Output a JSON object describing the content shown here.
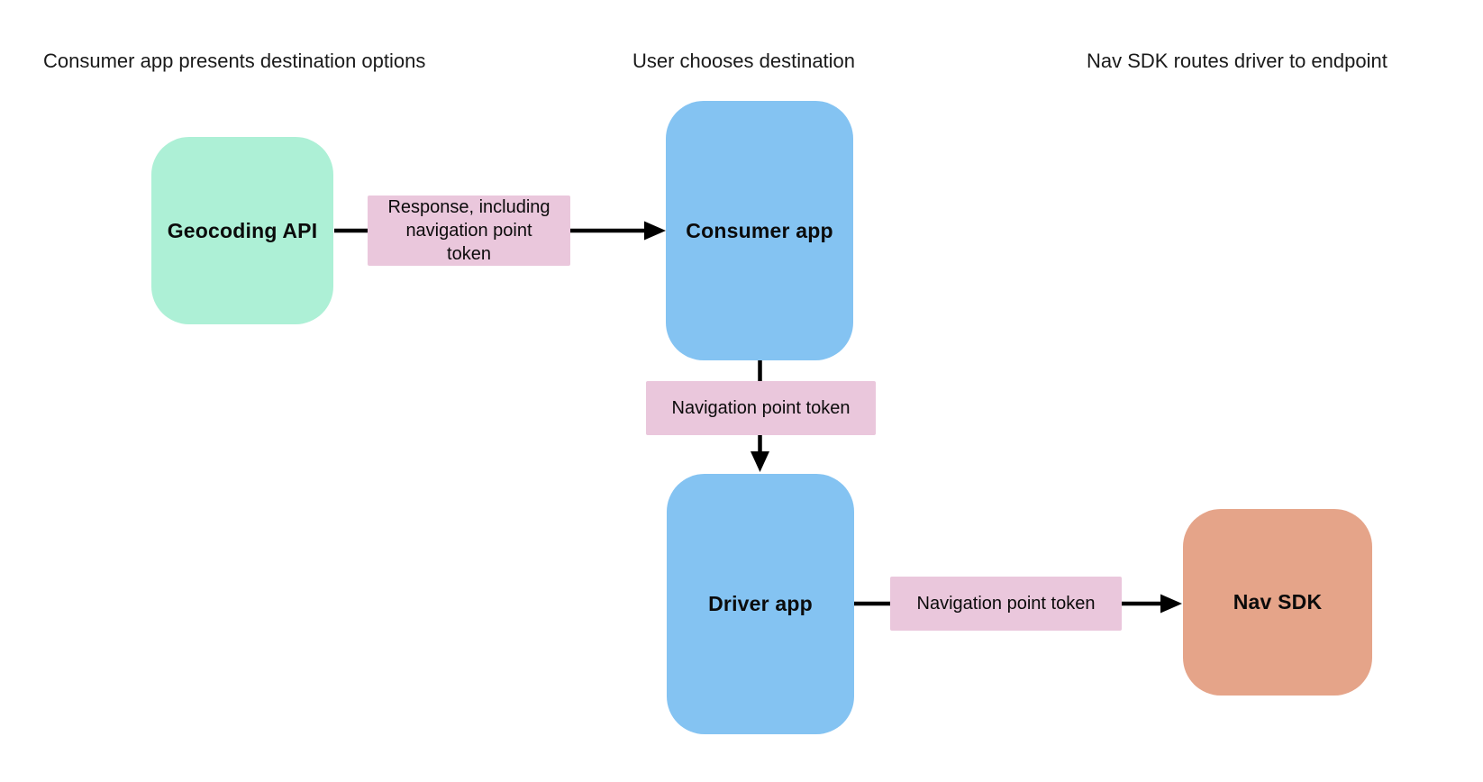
{
  "diagram": {
    "headers": [
      {
        "id": "stage-1",
        "label": "Consumer app presents destination options"
      },
      {
        "id": "stage-2",
        "label": "User chooses destination"
      },
      {
        "id": "stage-3",
        "label": "Nav SDK routes driver to endpoint"
      }
    ],
    "nodes": [
      {
        "id": "geocoding-api",
        "label": "Geocoding API",
        "fill": "#ADF0D6"
      },
      {
        "id": "consumer-app",
        "label": "Consumer app",
        "fill": "#84C3F2"
      },
      {
        "id": "driver-app",
        "label": "Driver app",
        "fill": "#84C3F2"
      },
      {
        "id": "nav-sdk",
        "label": "Nav SDK",
        "fill": "#E5A489"
      }
    ],
    "edge_labels": [
      {
        "id": "edge-response",
        "label": "Response, including\nnavigation point\ntoken",
        "fill": "#EAC7DC"
      },
      {
        "id": "edge-token-consumer",
        "label": "Navigation point token",
        "fill": "#EAC7DC"
      },
      {
        "id": "edge-token-driver",
        "label": "Navigation point token",
        "fill": "#EAC7DC"
      }
    ],
    "colors": {
      "background": "#FFFFFF",
      "connector": "#000000",
      "text": "#111111"
    }
  }
}
